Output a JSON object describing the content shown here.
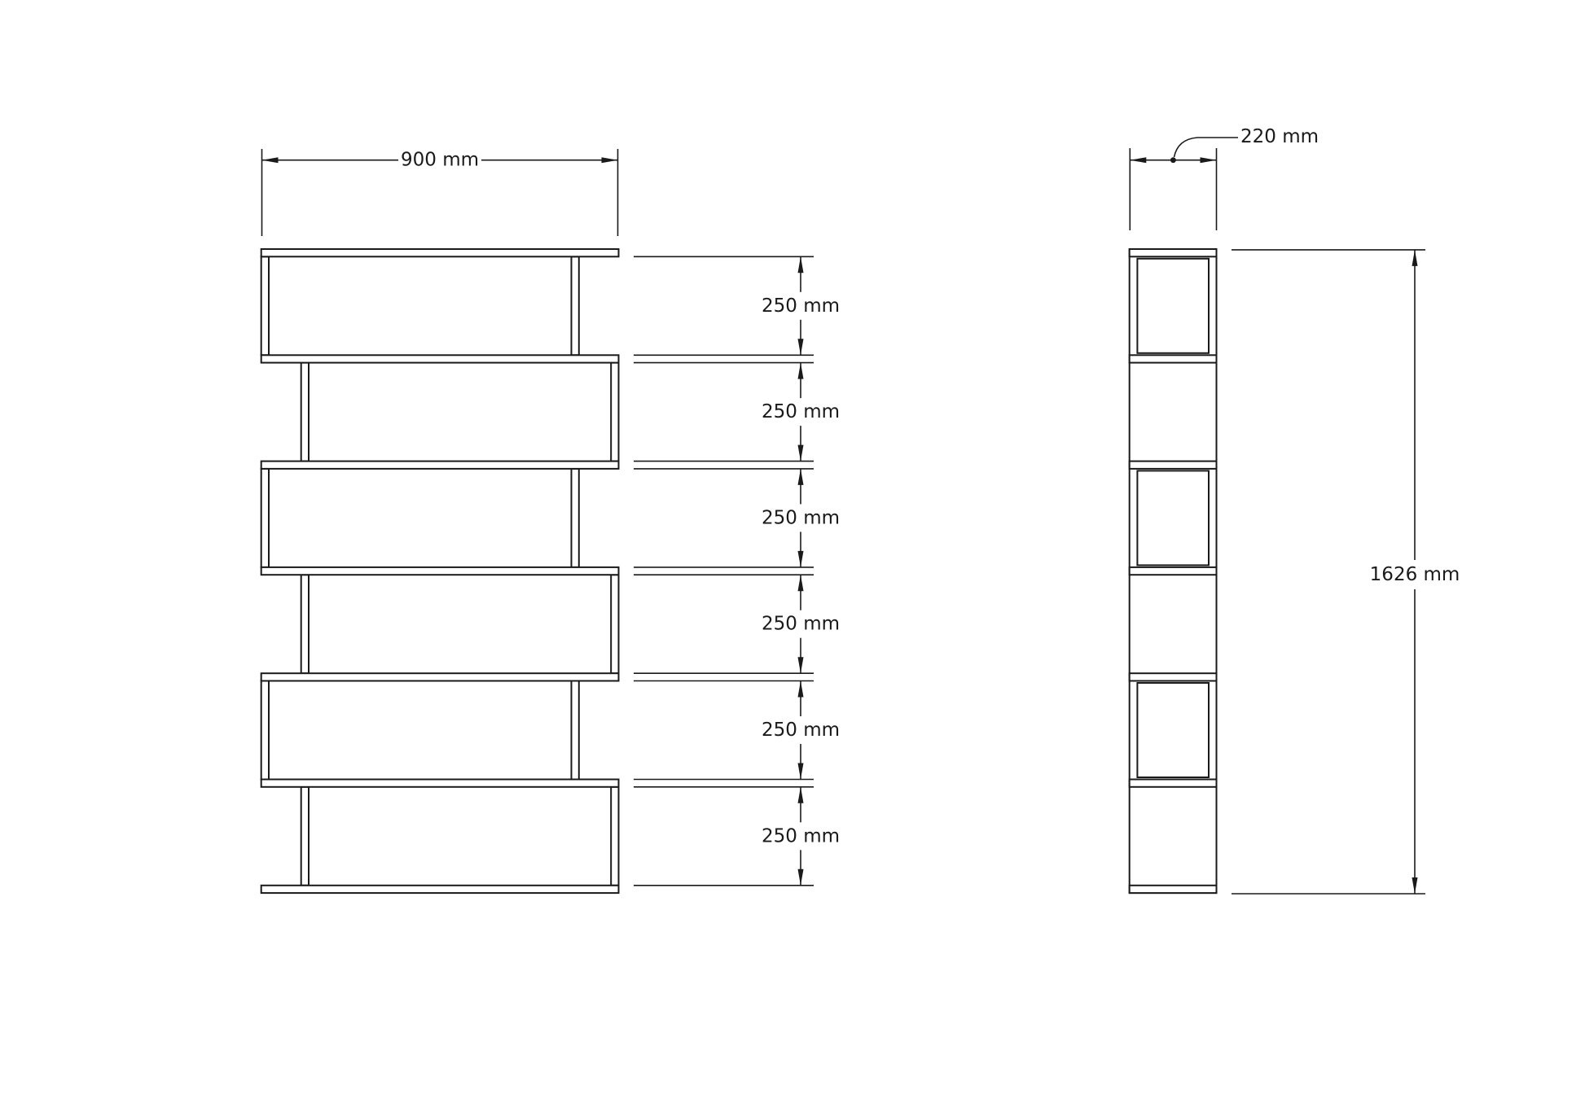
{
  "colors": {
    "line": "#1a1a1a",
    "background": "#ffffff"
  },
  "front_view": {
    "width_dim": "900 mm",
    "gap_dims": [
      "250 mm",
      "250 mm",
      "250 mm",
      "250 mm",
      "250 mm",
      "250 mm"
    ]
  },
  "side_view": {
    "depth_dim": "220 mm",
    "height_dim": "1626 mm"
  }
}
